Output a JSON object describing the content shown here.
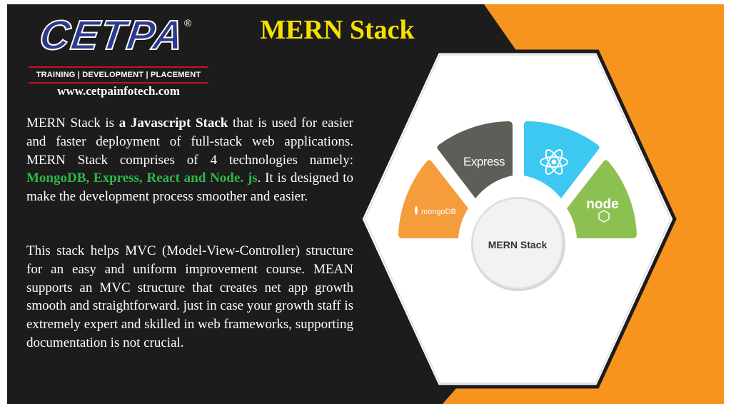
{
  "logo": {
    "wordmark": "CETPA",
    "registered": "®",
    "tagline": "TRAINING | DEVELOPMENT | PLACEMENT",
    "url": "www.cetpainfotech.com"
  },
  "title": "MERN Stack",
  "paragraph1": {
    "part1": "MERN Stack is ",
    "bold": "a Javascript Stack",
    "part2": " that is used for easier and faster deployment of full-stack web applications. MERN Stack comprises of 4 technologies namely: ",
    "tech": "MongoDB, Express, React and Node. js",
    "part3": ". It is designed to make the development process smoother and easier."
  },
  "paragraph2": "This stack helps MVC (Model-View-Controller) structure for an easy and uniform improvement course. MEAN supports an MVC structure that creates net app growth smooth and straightforward. just in case your growth staff is extremely expert and skilled in web frameworks, supporting documentation is not crucial.",
  "diagram": {
    "center_label": "MERN Stack",
    "segments": {
      "mongodb": "mongoDB",
      "express": "Express",
      "node": "node"
    }
  },
  "colors": {
    "background": "#1c1c1c",
    "accent_orange": "#f7941d",
    "title_yellow": "#f5e000",
    "tech_green": "#2eb84a",
    "logo_blue": "#2d3a8c",
    "logo_red": "#c8102e",
    "mongodb_orange": "#f59c3c",
    "express_gray": "#5b5f57",
    "react_cyan": "#3cc8f0",
    "node_green": "#8cc152"
  },
  "icons": [
    "mongodb-leaf-icon",
    "react-atom-icon",
    "nodejs-icon"
  ]
}
